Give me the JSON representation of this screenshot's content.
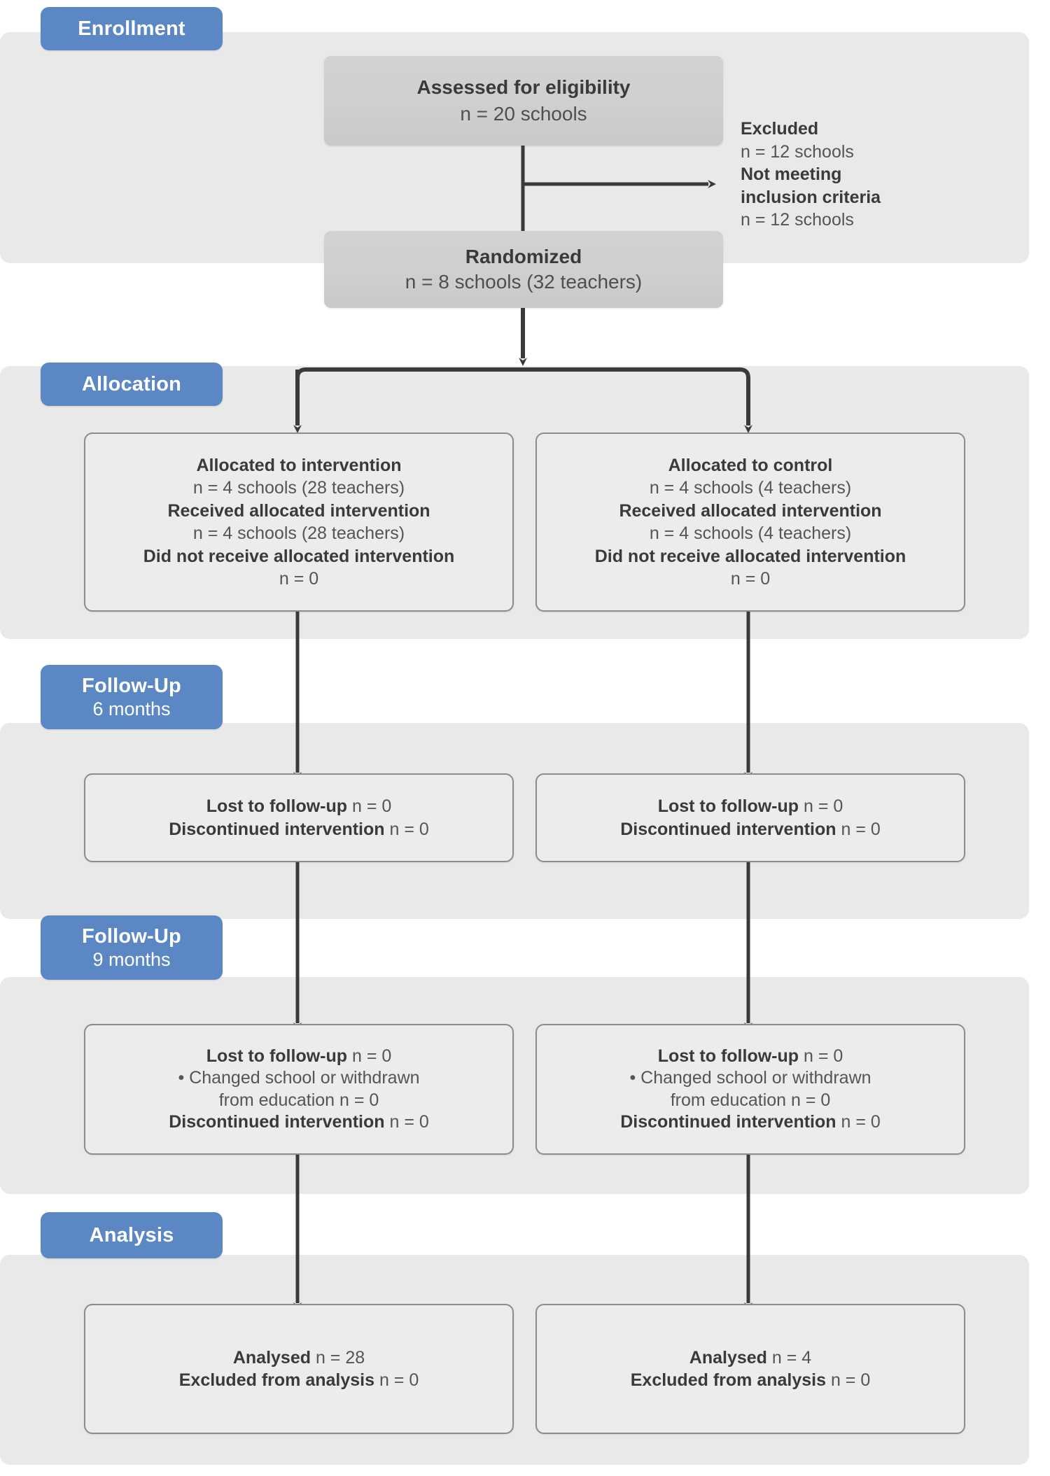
{
  "diagram": {
    "title": "CONSORT participant flow diagram",
    "accent_color": "#5b87c5",
    "band_color": "#e9e9e9",
    "box_fill": "#ececec",
    "box_border": "#8c8c8c",
    "arrow_color": "#3a3a3a"
  },
  "sections": {
    "enrollment": {
      "label": "Enrollment",
      "sublabel": ""
    },
    "allocation": {
      "label": "Allocation",
      "sublabel": ""
    },
    "followup6": {
      "label": "Follow-Up",
      "sublabel": "6 months"
    },
    "followup9": {
      "label": "Follow-Up",
      "sublabel": "9 months"
    },
    "analysis": {
      "label": "Analysis",
      "sublabel": ""
    }
  },
  "enrollment": {
    "assessed": {
      "title": "Assessed for eligibility",
      "count": "n = 20  schools"
    },
    "excluded": {
      "title": "Excluded",
      "count": "n = 12 schools",
      "reason_title": "Not meeting",
      "reason_title2": "inclusion criteria",
      "reason_count": "n = 12 schools"
    },
    "randomized": {
      "title": "Randomized",
      "count": "n = 8 schools (32 teachers)"
    }
  },
  "allocation": {
    "intervention": {
      "allocated_label": "Allocated to intervention",
      "allocated_n": "n = 4 schools (28 teachers)",
      "received_label": "Received allocated intervention",
      "received_n": "n = 4 schools (28 teachers)",
      "notreceived_label": "Did not receive allocated intervention",
      "notreceived_n": "n = 0"
    },
    "control": {
      "allocated_label": "Allocated to control",
      "allocated_n": "n = 4 schools (4 teachers)",
      "received_label": "Received allocated intervention",
      "received_n": "n = 4 schools (4 teachers)",
      "notreceived_label": "Did not receive allocated intervention",
      "notreceived_n": "n = 0"
    }
  },
  "followup6": {
    "intervention": {
      "lost_label": "Lost to follow-up",
      "lost_n": " n = 0",
      "disc_label": "Discontinued intervention",
      "disc_n": " n = 0"
    },
    "control": {
      "lost_label": "Lost to follow-up",
      "lost_n": " n = 0",
      "disc_label": "Discontinued intervention",
      "disc_n": " n = 0"
    }
  },
  "followup9": {
    "intervention": {
      "lost_label": "Lost to follow-up",
      "lost_n": " n = 0",
      "bullet_line1": "• Changed school or withdrawn",
      "bullet_line2": "from education n = 0",
      "disc_label": "Discontinued intervention",
      "disc_n": " n = 0"
    },
    "control": {
      "lost_label": "Lost to follow-up",
      "lost_n": " n = 0",
      "bullet_line1": "• Changed school or withdrawn",
      "bullet_line2": "from education n = 0",
      "disc_label": "Discontinued intervention",
      "disc_n": " n = 0"
    }
  },
  "analysis": {
    "intervention": {
      "analysed_label": "Analysed ",
      "analysed_n": " n = 28",
      "excluded_label": "Excluded from analysis",
      "excluded_n": " n = 0"
    },
    "control": {
      "analysed_label": "Analysed ",
      "analysed_n": " n = 4",
      "excluded_label": "Excluded from analysis",
      "excluded_n": " n = 0"
    }
  }
}
